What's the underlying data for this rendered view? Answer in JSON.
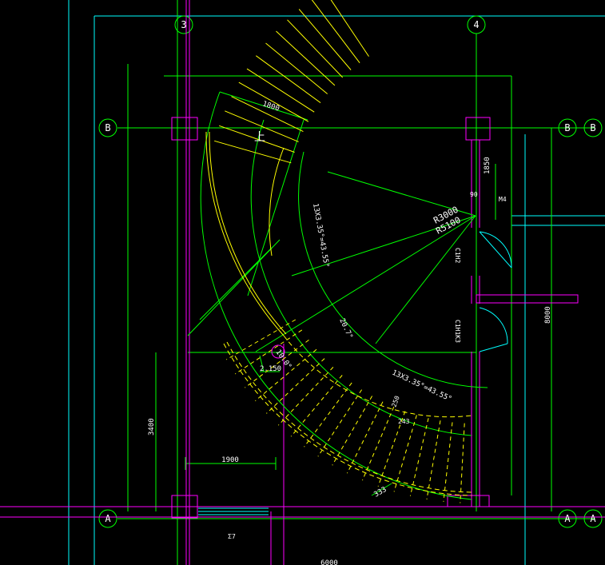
{
  "grid_labels": {
    "col_3": "3",
    "col_4": "4",
    "row_b_left": "B",
    "row_b_right_1": "B",
    "row_b_right_2": "B",
    "row_a_left": "A",
    "row_a_right_1": "A",
    "row_a_right_2": "A"
  },
  "dimensions": {
    "stair_width_top": "1800",
    "bottom_width": "1900",
    "right_offset": "1850",
    "left_height": "3400",
    "right_height": "8000",
    "bottom_total": "6000",
    "bottom_step": "333",
    "small_90": "90",
    "level_mark": "2.150",
    "small_label_bottom": "Σ7"
  },
  "annotations": {
    "radius_outer": "R5100",
    "radius_inner": "R3000",
    "arc_flight_1": "13X3.35°=43.55°",
    "arc_flight_2": "13X3.35°=43.55°",
    "landing_angle": "20.7°",
    "ten_deg": "10.0°",
    "window_1": "C1H2",
    "window_2": "C1H1K3",
    "small_250": "250",
    "small_243": "243",
    "up_marker": "上",
    "kv_label": "M4"
  },
  "colors": {
    "background": "#000000",
    "cyan": "#00ffff",
    "green": "#00ff00",
    "magenta": "#ff00ff",
    "yellow": "#ffff00",
    "white": "#ffffff"
  }
}
